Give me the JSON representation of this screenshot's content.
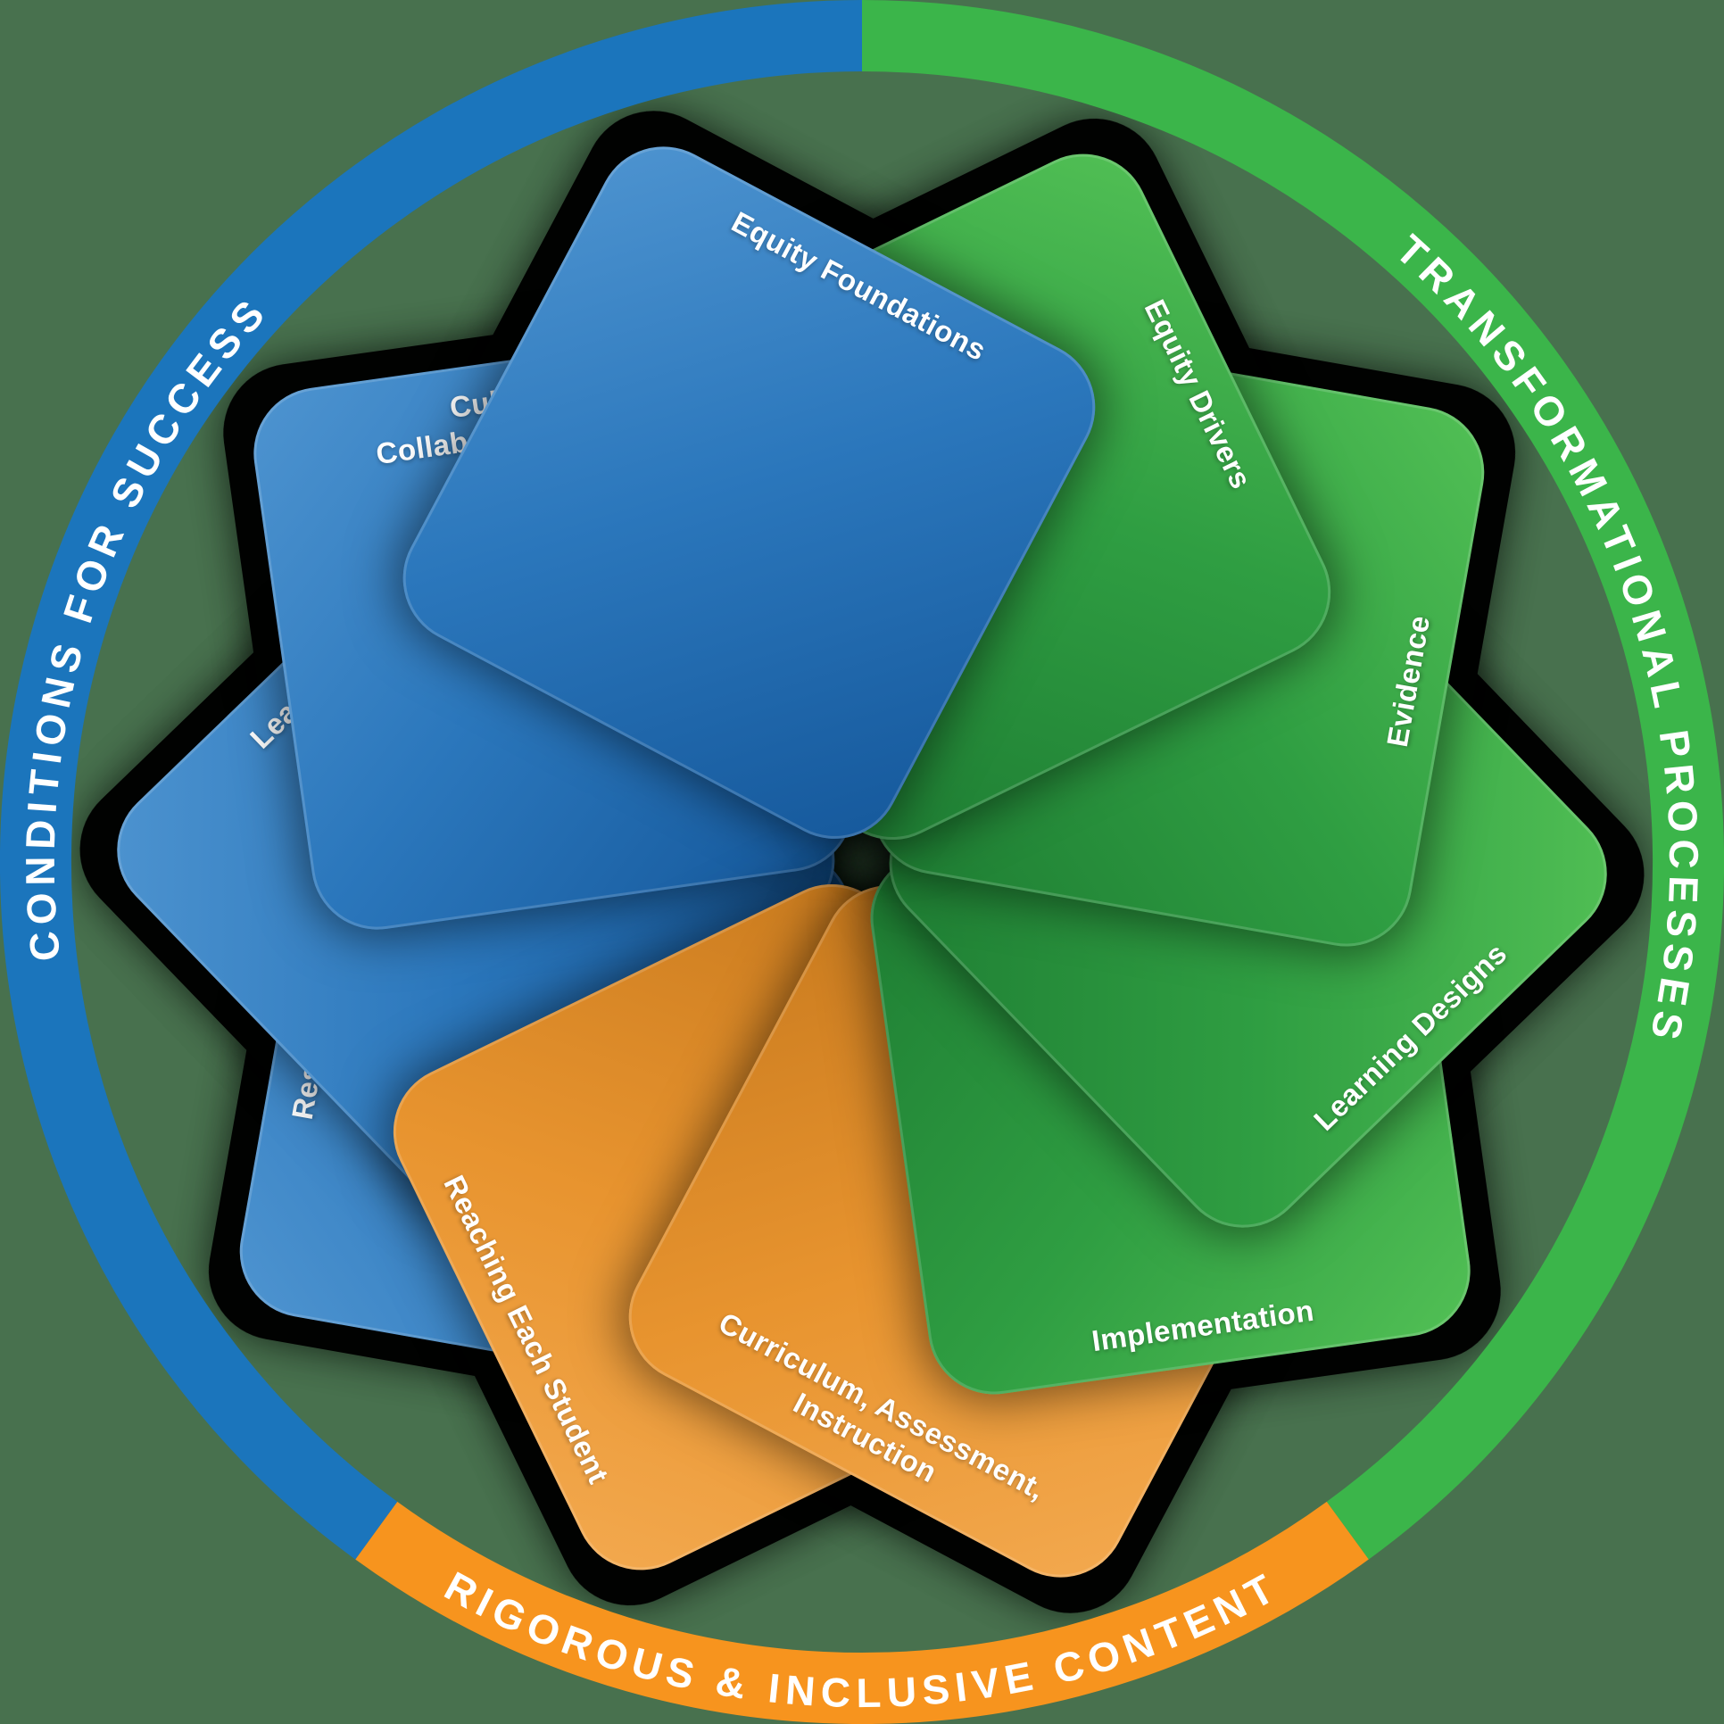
{
  "colors": {
    "background": "#48714E",
    "ring-blue": "#1B75BC",
    "ring-green": "#3BB54A",
    "ring-orange": "#F7941E",
    "card-blue-light": "#4E94D0",
    "card-blue-dark": "#15589B",
    "card-green-light": "#52C055",
    "card-green-dark": "#1E7D33",
    "card-orange-light": "#F3A94F",
    "card-orange-dark": "#C87A1E",
    "label-text": "#FFFFFF"
  },
  "ring": {
    "arcs": [
      {
        "id": "conditions-for-success",
        "label": "CONDITIONS FOR SUCCESS",
        "color": "#1B75BC"
      },
      {
        "id": "transformational-processes",
        "label": "TRANSFORMATIONAL PROCESSES",
        "color": "#3BB54A"
      },
      {
        "id": "rigorous-inclusive-content",
        "label": "RIGOROUS & INCLUSIVE CONTENT",
        "color": "#F7941E"
      }
    ]
  },
  "pinwheel": {
    "cards": [
      {
        "id": "resources",
        "color": "blue",
        "rotation_deg": 280,
        "flipped": false,
        "lines": [
          "Resources"
        ]
      },
      {
        "id": "leadership",
        "color": "blue",
        "rotation_deg": 316,
        "flipped": false,
        "lines": [
          "Leadership"
        ]
      },
      {
        "id": "culture-of-collaborative-inquiry",
        "color": "blue",
        "rotation_deg": 352,
        "flipped": false,
        "lines": [
          "Culture of",
          "Collaborative Inquiry"
        ]
      },
      {
        "id": "reaching-each-student",
        "color": "orange",
        "rotation_deg": 244,
        "flipped": true,
        "lines": [
          "Reaching Each Student"
        ]
      },
      {
        "id": "curriculum-assessment-instruction",
        "color": "orange",
        "rotation_deg": 208,
        "flipped": true,
        "lines": [
          "Curriculum, Assessment,",
          "Instruction"
        ]
      },
      {
        "id": "implementation",
        "color": "green",
        "rotation_deg": 172,
        "flipped": true,
        "lines": [
          "Implementation"
        ]
      },
      {
        "id": "learning-designs",
        "color": "green",
        "rotation_deg": 136,
        "flipped": true,
        "lines": [
          "Learning Designs"
        ]
      },
      {
        "id": "evidence",
        "color": "green",
        "rotation_deg": 100,
        "flipped": true,
        "lines": [
          "Evidence"
        ]
      },
      {
        "id": "equity-drivers",
        "color": "green",
        "rotation_deg": 64,
        "flipped": false,
        "lines": [
          "Equity Drivers"
        ]
      },
      {
        "id": "equity-foundations",
        "color": "blue",
        "rotation_deg": 28,
        "flipped": false,
        "lines": [
          "Equity Foundations"
        ]
      }
    ]
  }
}
